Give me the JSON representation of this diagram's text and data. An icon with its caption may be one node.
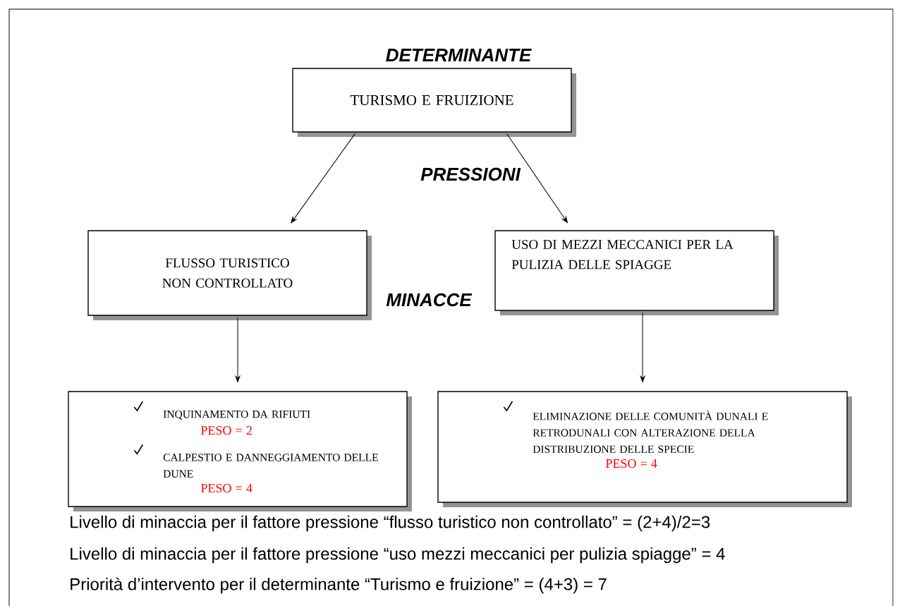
{
  "diagram": {
    "nodes": [
      {
        "text": [
          "TURISMO E FRUIZIONE"
        ]
      },
      {
        "text": [
          "FLUSSO TURISTICO NON CONTROLLATO"
        ]
      },
      {
        "text": [
          "USO DI MEZZI MECCANICI PER LA PULIZIA DELLE SPIAGGE"
        ]
      },
      {
        "text": [
          "INQUINAMENTO DA RIFIUTI",
          "PESO = 2",
          "CALPESTIO E DANNEGGIAMENTO DELLE DUNE",
          "PESO = 4"
        ]
      },
      {
        "text": [
          "ELIMINAZIONE DELLE COMUNITÀ DUNALI E RETRODUNALI CON ALTERAZIONE DELLA DISTRIBUZIONE DELLE SPECIE",
          "PESO = 4"
        ]
      }
    ],
    "edges": [
      {
        "from": 0,
        "to": 1,
        "arrow": "to"
      },
      {
        "from": 0,
        "to": 2,
        "arrow": "to"
      },
      {
        "from": 1,
        "to": 3,
        "arrow": "to"
      },
      {
        "from": 2,
        "to": 4,
        "arrow": "to"
      }
    ],
    "labels": [
      "DETERMINANTE",
      "PRESSIONI",
      "MINACCE",
      "Livello di minaccia per il fattore pressione “flusso turistico non controllato” = (2+4)/2=3",
      "Livello di minaccia per il fattore pressione “uso mezzi meccanici per pulizia spiagge” = 4",
      "Priorità d’intervento per il determinante “Turismo e fruizione” = (4+3) = 7"
    ]
  }
}
